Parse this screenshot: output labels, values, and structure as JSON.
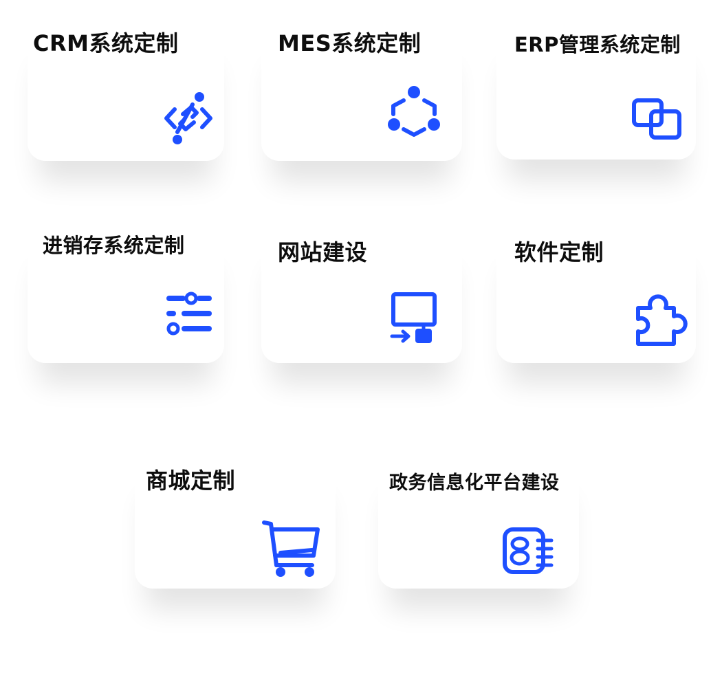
{
  "accent_color": "#1E4FFF",
  "services": [
    {
      "title": "CRM系统定制",
      "icon": "code-link-icon"
    },
    {
      "title": "MES系统定制",
      "icon": "network-nodes-icon"
    },
    {
      "title": "ERP管理系统定制",
      "icon": "overlapping-squares-icon"
    },
    {
      "title": "进销存系统定制",
      "icon": "sliders-icon"
    },
    {
      "title": "网站建设",
      "icon": "monitor-icon"
    },
    {
      "title": "软件定制",
      "icon": "puzzle-piece-icon"
    },
    {
      "title": "商城定制",
      "icon": "shopping-cart-icon"
    },
    {
      "title": "政务信息化平台建设",
      "icon": "document-icon"
    }
  ]
}
